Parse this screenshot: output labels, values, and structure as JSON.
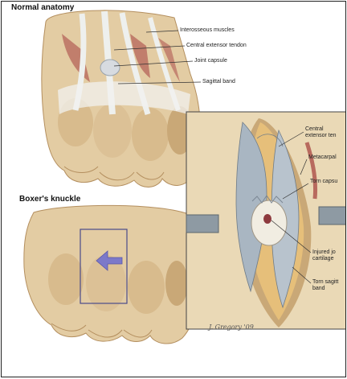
{
  "headings": {
    "normal": "Normal anatomy",
    "boxer": "Boxer's knuckle"
  },
  "labels": {
    "interosseous": "Interosseous muscles",
    "central_extensor": "Central extensor tendon",
    "joint_capsule": "Joint capsule",
    "sagittal_band": "Sagittal band",
    "central_ext_a": "Central",
    "central_ext_b": "extensor ten",
    "metacarpal": "Metacarpal",
    "torn_capsule": "Torn capsu",
    "injured_a": "Injured jo",
    "injured_b": "cartilage",
    "torn_sag_a": "Torn sagitt",
    "torn_sag_b": "band"
  },
  "signature": "J. Gregory '09",
  "colors": {
    "skin": "#e3cca3",
    "skin_shadow": "#c9a877",
    "tendon": "#e9ecea",
    "muscle": "#b86a5e",
    "arrow": "#7c79c9",
    "box": "#4a4a8a",
    "steel": "#8e9aa3"
  }
}
